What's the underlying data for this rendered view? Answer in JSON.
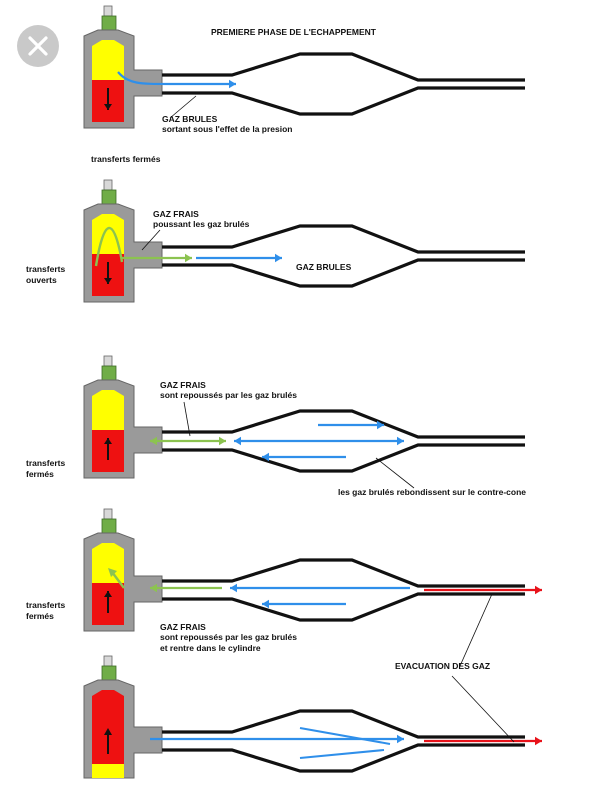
{
  "title": "PREMIERE PHASE DE L'ECHAPPEMENT",
  "panels": [
    {
      "labels": {
        "gas": "GAZ BRULES",
        "gas_desc": "sortant sous l'effet de la presion",
        "transfer": "transferts fermés"
      },
      "piston_direction": "down"
    },
    {
      "labels": {
        "gas": "GAZ FRAIS",
        "gas_desc": "poussant les gaz brulés",
        "transfer": "transferts\nouverts",
        "pipe": "GAZ BRULES"
      },
      "piston_direction": "down"
    },
    {
      "labels": {
        "gas": "GAZ FRAIS",
        "gas_desc": "sont repoussés par les gaz brulés",
        "transfer": "transferts\nfermés",
        "note": "les gaz brulés rebondissent sur le contre-cone"
      },
      "piston_direction": "up"
    },
    {
      "labels": {
        "gas": "GAZ FRAIS",
        "gas_desc": "sont repoussés par les gaz brulés\net rentre dans le cylindre",
        "transfer": "transferts\nfermés",
        "evacuation": "EVACUATION DES GAZ"
      },
      "piston_direction": "up"
    },
    {
      "labels": {},
      "piston_direction": "up"
    }
  ],
  "colors": {
    "fresh_gas": "#ffff00",
    "burnt_gas": "#ee1111",
    "cylinder": "#9a9a9a",
    "spark_plug": "#70ad47",
    "flow_burnt": "#2f8fea",
    "flow_fresh": "#8cc350",
    "exhaust_out": "#e8121a",
    "close_button": "#c9c9c9"
  },
  "icons": {
    "close": "close-icon"
  }
}
